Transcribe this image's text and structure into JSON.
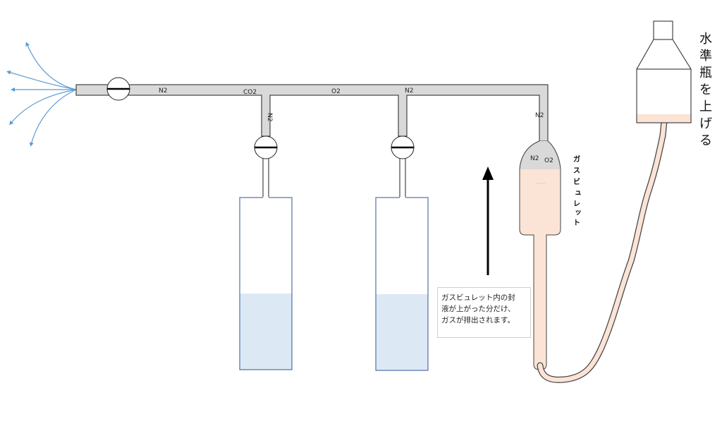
{
  "pipe_labels": {
    "main_n2": "N2",
    "co2": "CO2",
    "o2": "O2",
    "junction_n2": "N2",
    "branch_n2": "N2",
    "burette_n2_top": "N2"
  },
  "burette": {
    "title_chars": [
      "ガ",
      "ス",
      "ビ",
      "ュ",
      "レ",
      "ッ",
      "ト"
    ],
    "gas_n2": "N2",
    "gas_o2": "O2"
  },
  "note_lines": [
    "ガスビュレット内の封",
    "液が上がった分だけ、",
    "ガスが排出されます。"
  ],
  "side_label_chars": [
    "水",
    "準",
    "瓶",
    "を",
    "上",
    "げ",
    "る"
  ],
  "colors": {
    "pipe_fill": "#d9d9d9",
    "pipe_stroke": "#222222",
    "absorber_liquid": "#dce9f5",
    "absorber_stroke": "#2f5597",
    "sealing_liquid": "#fbe3d6",
    "gas_flow_arrows": "#5b9bd5",
    "arrow_up": "#000000"
  }
}
